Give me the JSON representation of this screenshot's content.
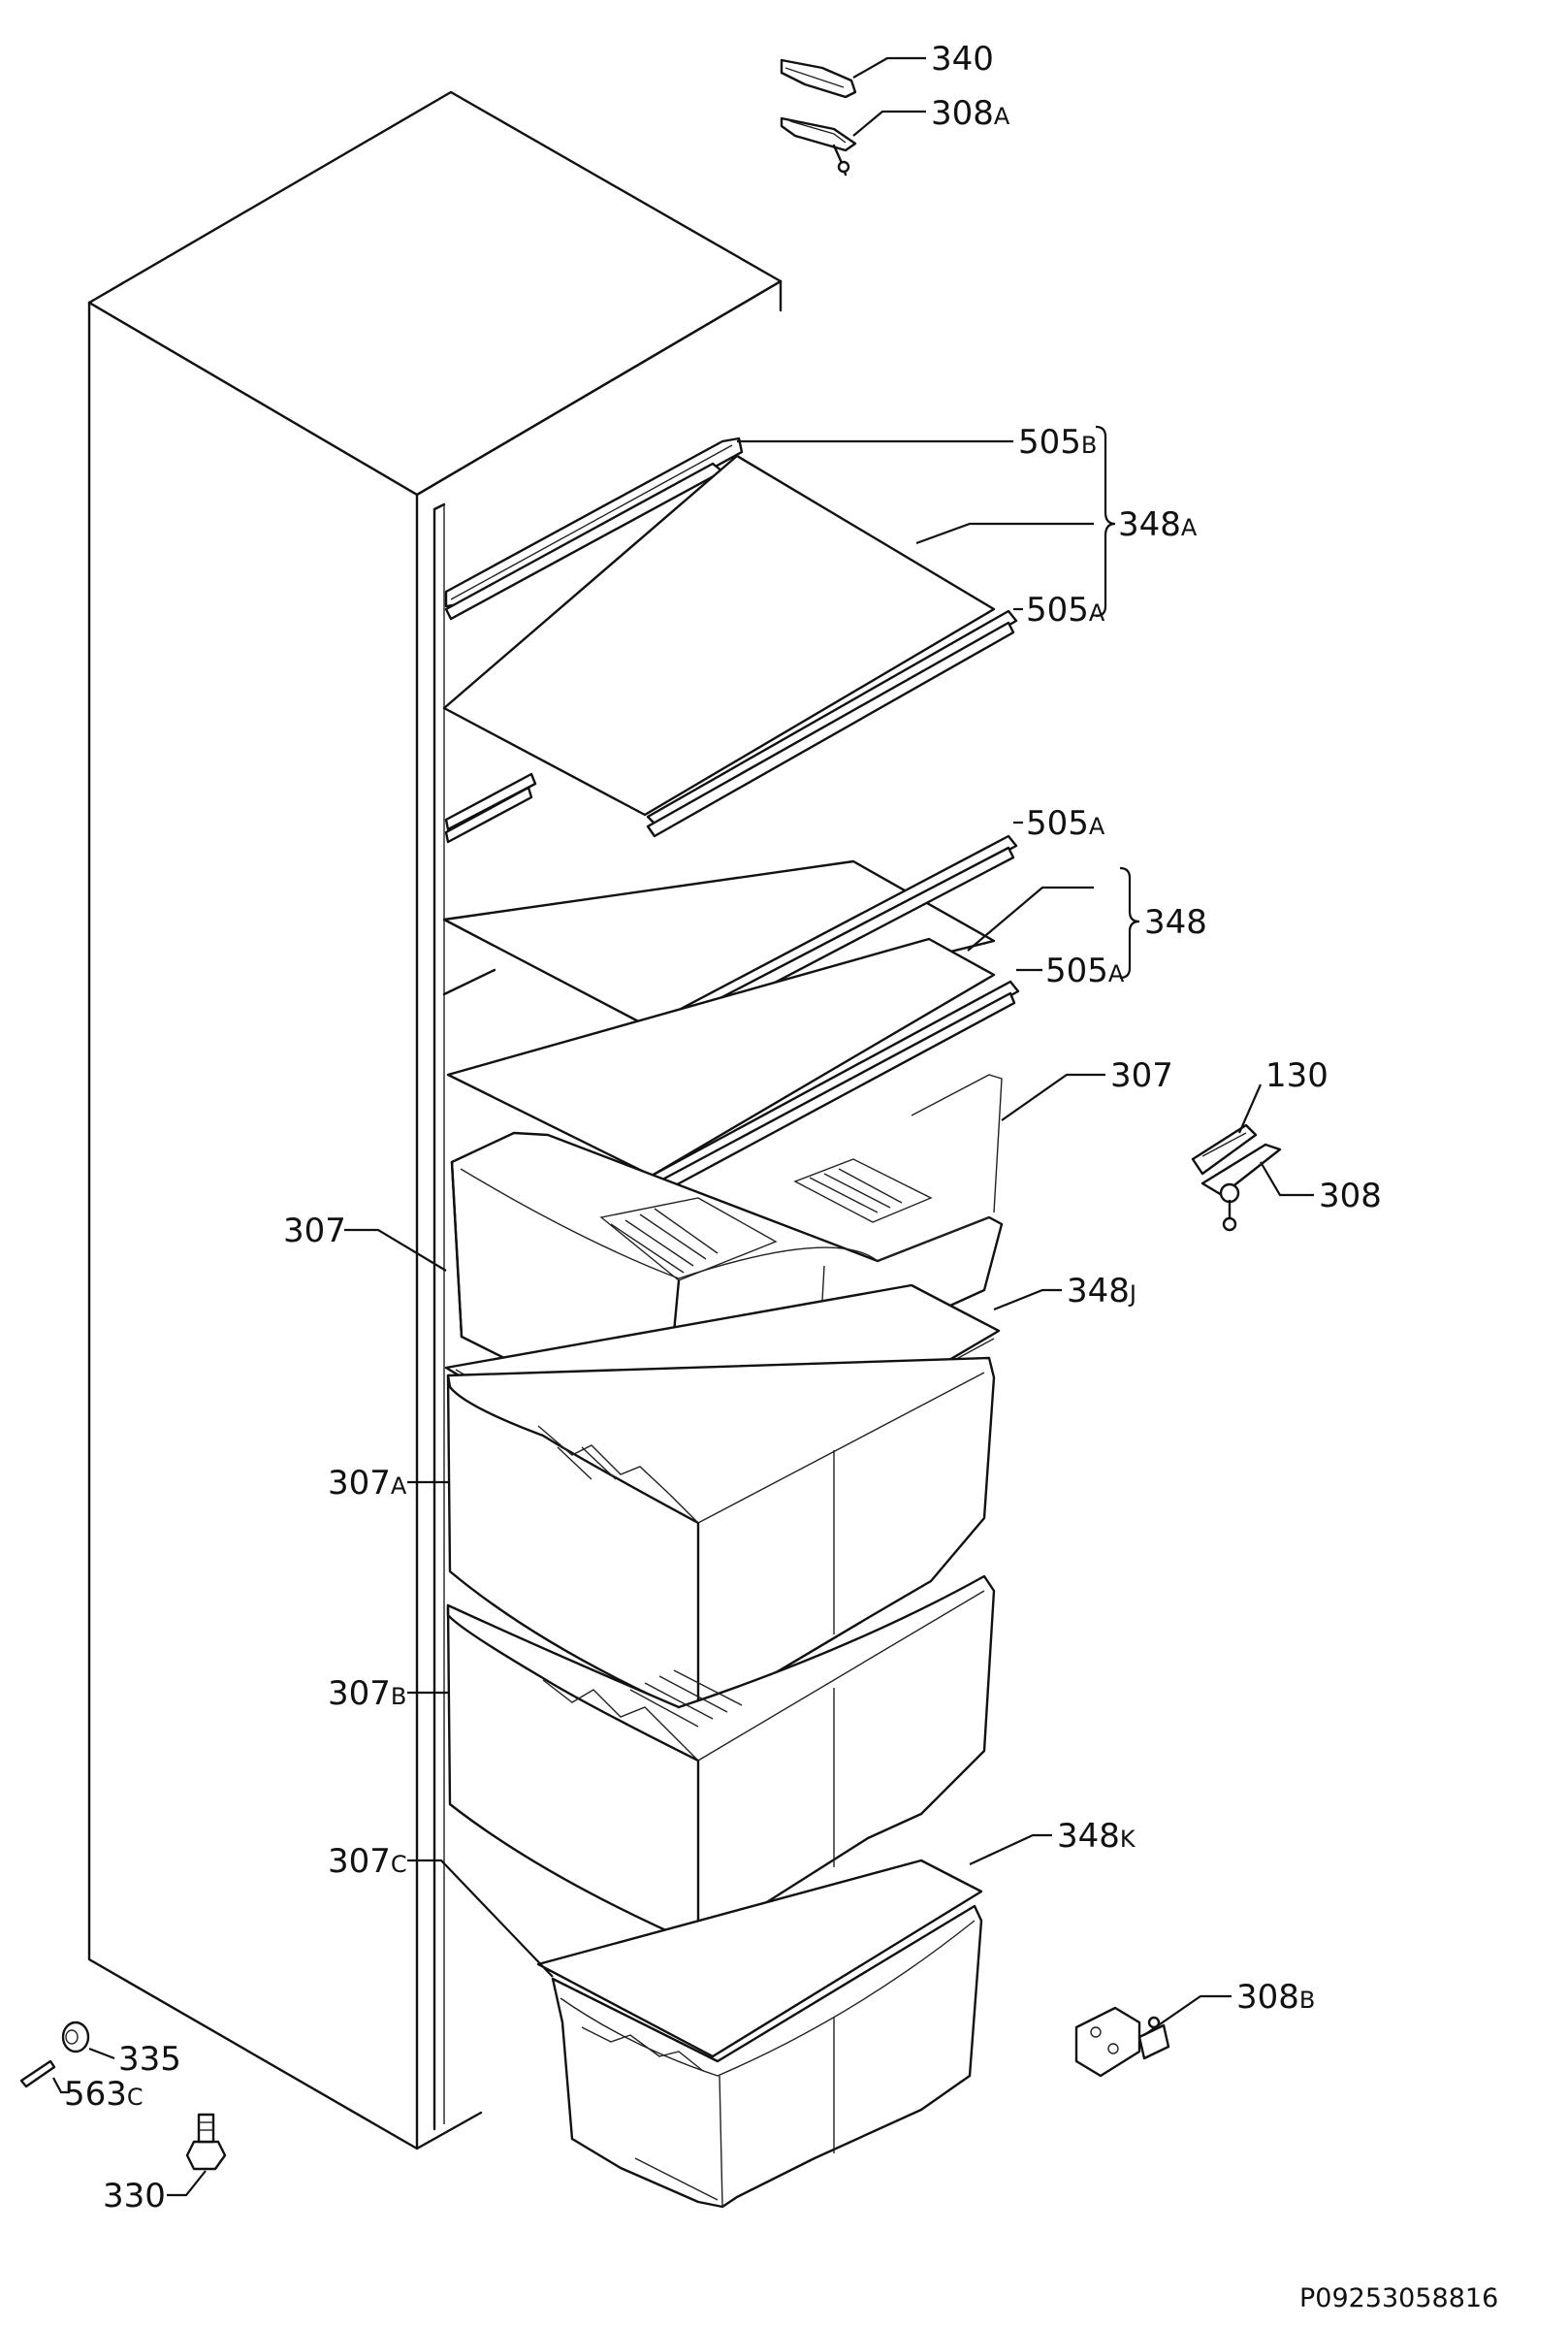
{
  "diagram": {
    "document_code": "P09253058816",
    "callouts": [
      {
        "id": "c340",
        "main": "340",
        "suffix": ""
      },
      {
        "id": "c308a",
        "main": "308",
        "suffix": "A"
      },
      {
        "id": "c505b",
        "main": "505",
        "suffix": "B"
      },
      {
        "id": "c348a",
        "main": "348",
        "suffix": "A"
      },
      {
        "id": "c505a1",
        "main": "505",
        "suffix": "A"
      },
      {
        "id": "c505a2",
        "main": "505",
        "suffix": "A"
      },
      {
        "id": "c348",
        "main": "348",
        "suffix": ""
      },
      {
        "id": "c505a3",
        "main": "505",
        "suffix": "A"
      },
      {
        "id": "c307r",
        "main": "307",
        "suffix": ""
      },
      {
        "id": "c130",
        "main": "130",
        "suffix": ""
      },
      {
        "id": "c308",
        "main": "308",
        "suffix": ""
      },
      {
        "id": "c307l",
        "main": "307",
        "suffix": ""
      },
      {
        "id": "c348j",
        "main": "348",
        "suffix": "J"
      },
      {
        "id": "c307a",
        "main": "307",
        "suffix": "A"
      },
      {
        "id": "c307b",
        "main": "307",
        "suffix": "B"
      },
      {
        "id": "c307c",
        "main": "307",
        "suffix": "C"
      },
      {
        "id": "c348k",
        "main": "348",
        "suffix": "K"
      },
      {
        "id": "c308b",
        "main": "308",
        "suffix": "B"
      },
      {
        "id": "c335",
        "main": "335",
        "suffix": ""
      },
      {
        "id": "c563c",
        "main": "563",
        "suffix": "C"
      },
      {
        "id": "c330",
        "main": "330",
        "suffix": ""
      }
    ]
  }
}
